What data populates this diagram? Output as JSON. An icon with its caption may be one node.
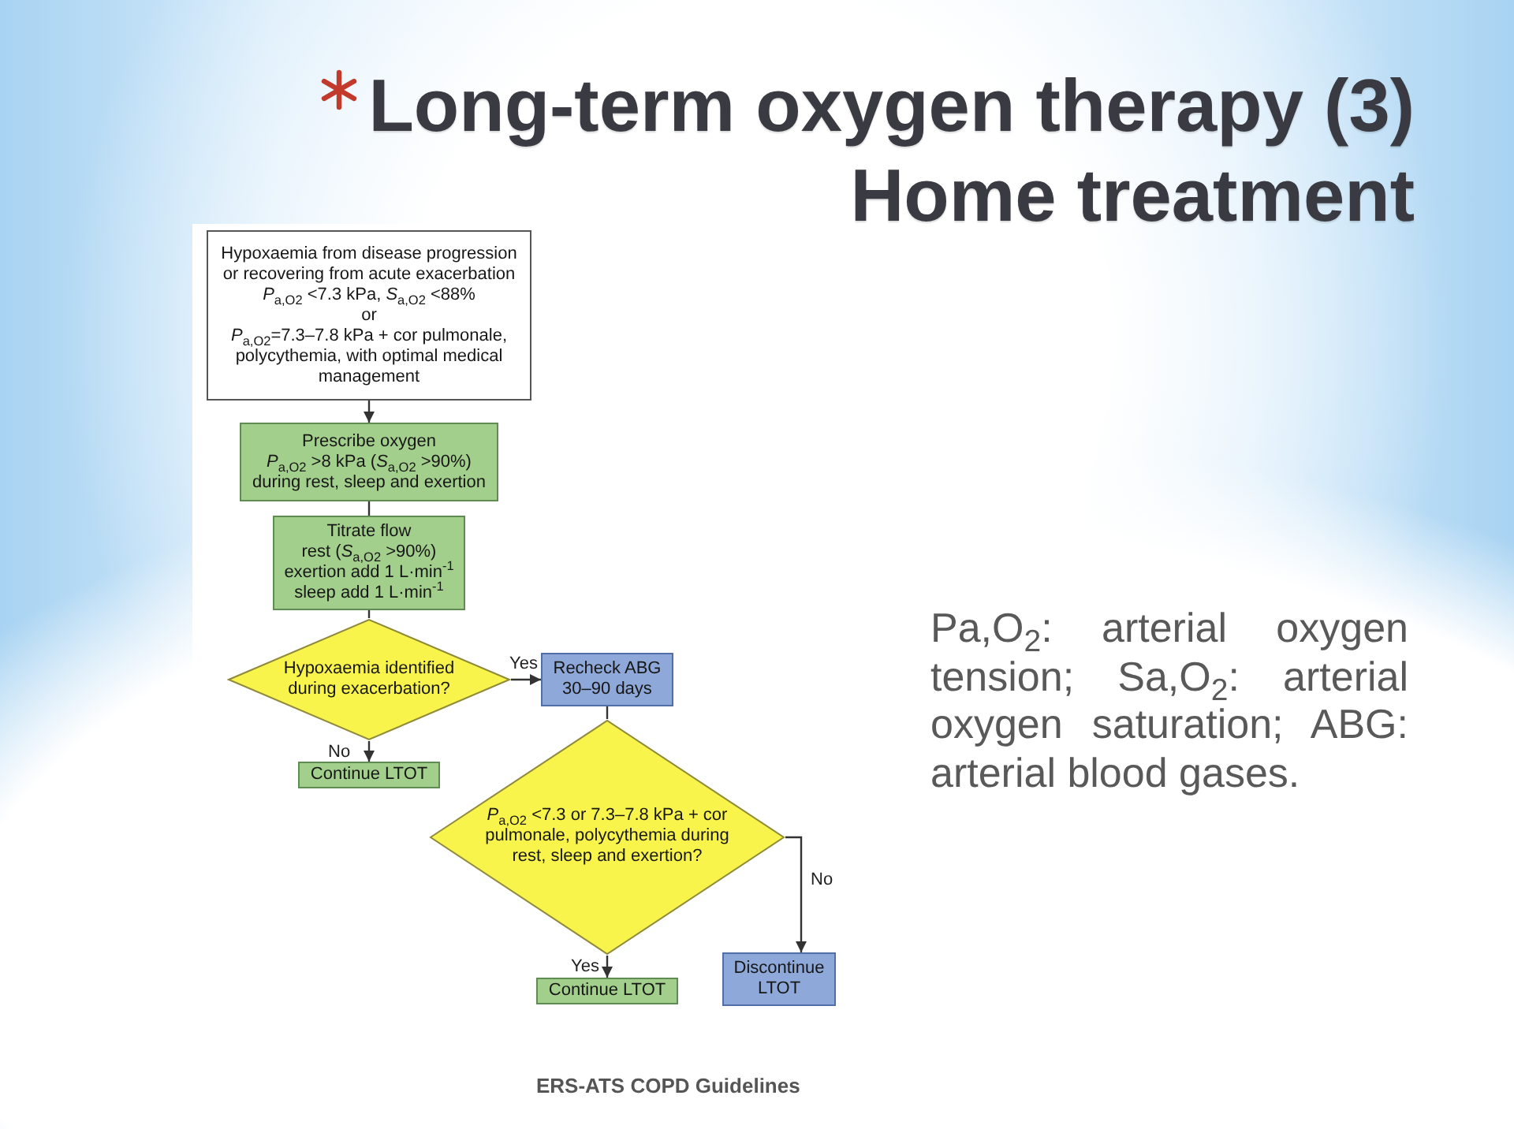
{
  "diagram": {
    "title": "Long-term oxygen therapy (3) Home treatment",
    "nodes": [
      {
        "text": [
          "Hypoxaemia from disease progression or recovering from acute exacerbation",
          "*P*$_{a,O2}$ <7.3 kPa, *S*$_{a,O2}$ <88%",
          "or",
          "*P*$_{a,O2}$=7.3–7.8 kPa + cor pulmonale, polycythemia, with optimal medical management"
        ]
      },
      {
        "text": [
          "Prescribe oxygen",
          "*P*$_{a,O2}$ >8 kPa (*S*$_{a,O2}$ >90%) during rest, sleep and exertion"
        ]
      },
      {
        "text": [
          "Titrate flow",
          "rest (*S*$_{a,O2}$ >90%)",
          "exertion add 1 L·min$^{-1}$",
          "sleep add 1 L·min$^{-1}$"
        ]
      },
      {
        "text": [
          "Hypoxaemia identified during exacerbation?"
        ]
      },
      {
        "text": [
          "Recheck ABG 30–90 days"
        ]
      },
      {
        "text": [
          "Continue LTOT"
        ]
      },
      {
        "text": [
          "*P*$_{a,O2}$ <7.3 or 7.3–7.8 kPa + cor pulmonale, polycythemia during rest, sleep and exertion?"
        ]
      },
      {
        "text": [
          "Continue LTOT"
        ]
      },
      {
        "text": [
          "Discontinue LTOT"
        ]
      }
    ],
    "edges": [
      {
        "from": 0,
        "to": 1,
        "arrow": "to"
      },
      {
        "from": 1,
        "to": 2,
        "arrow": "none"
      },
      {
        "from": 2,
        "to": 3,
        "arrow": "none"
      },
      {
        "from": 3,
        "to": 4,
        "arrow": "to",
        "label": "Yes"
      },
      {
        "from": 3,
        "to": 5,
        "arrow": "to",
        "label": "No"
      },
      {
        "from": 4,
        "to": 6,
        "arrow": "none"
      },
      {
        "from": 6,
        "to": 7,
        "arrow": "to",
        "label": "Yes"
      },
      {
        "from": 6,
        "to": 8,
        "arrow": "to",
        "label": "No"
      }
    ],
    "labels": [
      "Pa,O$_{2}$: arterial oxygen tension; Sa,O$_{2}$: arterial oxygen saturation; ABG: arterial blood gases.",
      "ERS-ATS COPD Guidelines"
    ]
  }
}
